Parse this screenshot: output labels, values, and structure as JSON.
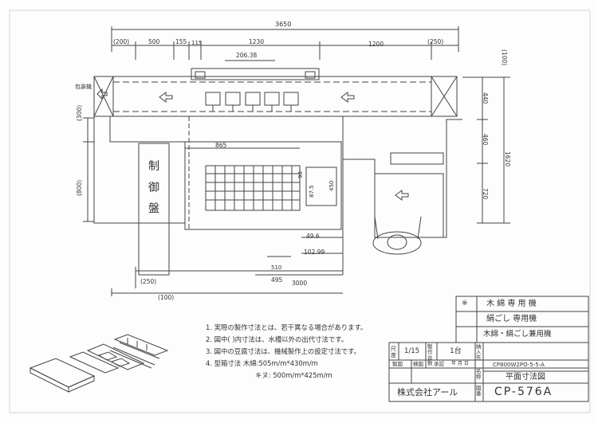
{
  "drawing": {
    "dims_top": {
      "overall": "3650",
      "left_paren": "(200)",
      "seg_500": "500",
      "seg_155": "155",
      "seg_115": "115",
      "seg_1230": "1230",
      "seg_1200": "1200",
      "right_paren": "(250)",
      "sub_206": "206.38"
    },
    "dims_left": {
      "p300": "(300)",
      "p800": "(800)"
    },
    "dims_right": {
      "p100": "(100)",
      "d440": "440",
      "d460": "460",
      "d720": "720",
      "d1620": "1620"
    },
    "dims_bottom": {
      "p250": "(250)",
      "p100": "(100)",
      "d495": "495",
      "d3000": "3000"
    },
    "dims_inner": {
      "d865": "865",
      "d90": "90",
      "d87": "87.5",
      "d450": "450",
      "d49": "49.6",
      "d102": "102.99",
      "d510": "510"
    },
    "labels": {
      "wrap_label": "包装機",
      "control_panel": "制 御 盤"
    }
  },
  "notes": {
    "n1": "1. 実際の製作寸法とは、若干異なる場合があります。",
    "n2": "2. 図中(  )内寸法は、水槽以外の出代寸法です。",
    "n3": "3. 図中の豆腐寸法は、機械製作上の設定寸法です。",
    "n4": "4. 型箱寸法  木綿:505m/m*430m/m",
    "n5": "キヌ: 500m/m*425m/m"
  },
  "title_block": {
    "machine_types": {
      "mark": "※",
      "m1": "木 綿 専 用 機",
      "m2": "絹ごし 専用機",
      "m3": "木綿・絹ごし兼用機"
    },
    "scale_label": "尺度",
    "scale_value": "1/15",
    "qty_label": "製作台数",
    "qty_value": "1台",
    "delivery_label": "納入先",
    "drawn_label": "製図",
    "checked_label": "検図",
    "approved_label": "承認",
    "date_label": "年 月 日",
    "name_label": "名称",
    "drawing_code": "CP800W2PO-5-5-A",
    "drawing_title": "平面寸法図",
    "company": "株式会社アール",
    "number_label": "図番",
    "drawing_number": "CP-576A"
  }
}
